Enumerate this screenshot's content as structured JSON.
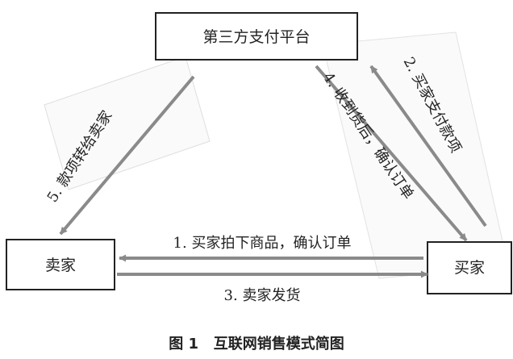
{
  "nodes": {
    "platform": "第三方支付平台",
    "seller": "卖家",
    "buyer": "买家"
  },
  "edges": {
    "buyer_pays": "2. 买家支付款项",
    "receive_confirm": "4. 收到货后，确认订单",
    "transfer_to_seller": "5. 款项转给卖家",
    "buyer_orders": "1. 买家拍下商品，确认订单",
    "seller_ships": "3. 卖家发货"
  },
  "caption": "图 1   互联网销售模式简图"
}
